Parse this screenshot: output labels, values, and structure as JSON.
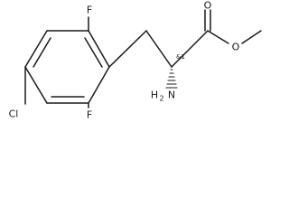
{
  "molecule": {
    "atoms": {
      "F_top": "F",
      "F_bottom": "F",
      "Cl": "Cl",
      "O_carbonyl": "O",
      "O_ester": "O",
      "N": "N",
      "N_hydrogens": "H",
      "N_hydrogen_count": "2"
    },
    "stereo_label": "&1"
  }
}
